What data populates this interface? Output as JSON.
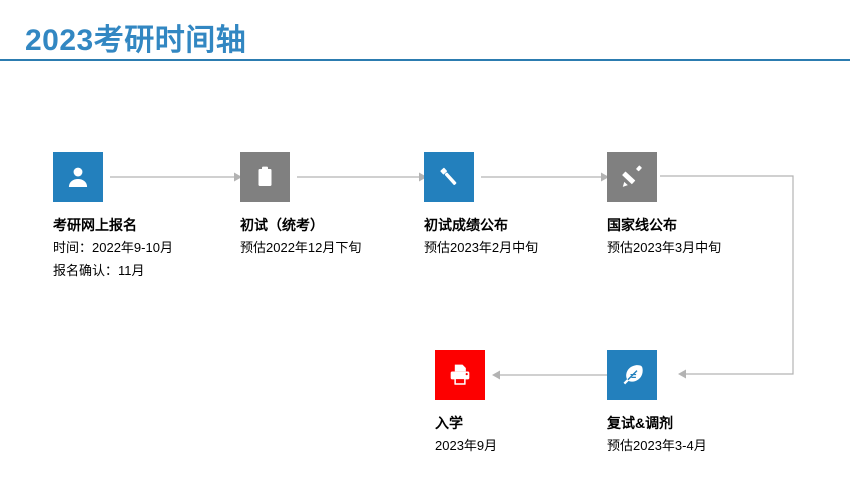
{
  "header": {
    "title": "2023考研时间轴",
    "accent_color": "#3287c2",
    "rule_color": "#2c7cb0"
  },
  "colors": {
    "blue": "#2380bd",
    "gray": "#808080",
    "red": "#fd0000",
    "connector": "#b3b3b3",
    "text": "#000000"
  },
  "timeline": {
    "milestones": [
      {
        "id": "ms-0",
        "icon": "person-icon",
        "box_color": "#2380bd",
        "title": "考研网上报名",
        "lines": [
          "时间：2022年9-10月",
          "报名确认：11月"
        ]
      },
      {
        "id": "ms-1",
        "icon": "clipboard-icon",
        "box_color": "#808080",
        "title": "初试（统考）",
        "lines": [
          "预估2022年12月下旬"
        ]
      },
      {
        "id": "ms-2",
        "icon": "flashlight-icon",
        "box_color": "#2380bd",
        "title": "初试成绩公布",
        "lines": [
          "预估2023年2月中旬"
        ]
      },
      {
        "id": "ms-3",
        "icon": "pencil-icon",
        "box_color": "#808080",
        "title": "国家线公布",
        "lines": [
          "预估2023年3月中旬"
        ]
      },
      {
        "id": "ms-4",
        "icon": "printer-icon",
        "box_color": "#fd0000",
        "title": "入学",
        "lines": [
          "2023年9月"
        ]
      },
      {
        "id": "ms-5",
        "icon": "feather-icon",
        "box_color": "#2380bd",
        "title": "复试&调剂",
        "lines": [
          "预估2023年3-4月"
        ]
      }
    ],
    "connectors": [
      {
        "id": "conn-0",
        "direction": "right"
      },
      {
        "id": "conn-1",
        "direction": "right"
      },
      {
        "id": "conn-2",
        "direction": "right"
      },
      {
        "id": "conn-elbow",
        "direction": "down-left"
      },
      {
        "id": "conn-3",
        "direction": "left"
      }
    ]
  }
}
